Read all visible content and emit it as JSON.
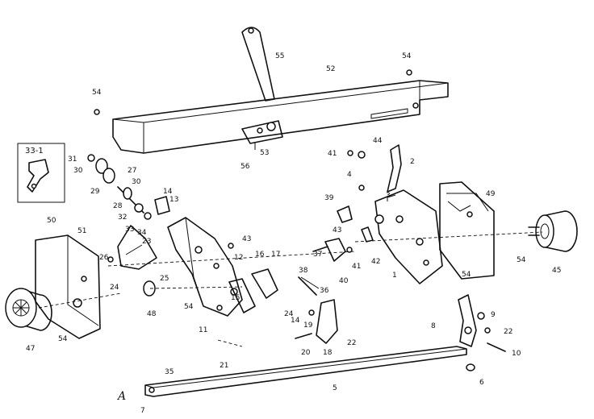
{
  "inset_label": "33-1",
  "signature": "A",
  "parts": [
    {
      "label": "55"
    },
    {
      "label": "52"
    },
    {
      "label": "54"
    },
    {
      "label": "54"
    },
    {
      "label": "53"
    },
    {
      "label": "56"
    },
    {
      "label": "41"
    },
    {
      "label": "44"
    },
    {
      "label": "2"
    },
    {
      "label": "4"
    },
    {
      "label": "3"
    },
    {
      "label": "49"
    },
    {
      "label": "39"
    },
    {
      "label": "37"
    },
    {
      "label": "43"
    },
    {
      "label": "41"
    },
    {
      "label": "42"
    },
    {
      "label": "38"
    },
    {
      "label": "40"
    },
    {
      "label": "36"
    },
    {
      "label": "1"
    },
    {
      "label": "54"
    },
    {
      "label": "54"
    },
    {
      "label": "45"
    },
    {
      "label": "31"
    },
    {
      "label": "30"
    },
    {
      "label": "27"
    },
    {
      "label": "30"
    },
    {
      "label": "29"
    },
    {
      "label": "28"
    },
    {
      "label": "14"
    },
    {
      "label": "13"
    },
    {
      "label": "32"
    },
    {
      "label": "33"
    },
    {
      "label": "34"
    },
    {
      "label": "23"
    },
    {
      "label": "50"
    },
    {
      "label": "51"
    },
    {
      "label": "26"
    },
    {
      "label": "25"
    },
    {
      "label": "24"
    },
    {
      "label": "48"
    },
    {
      "label": "54"
    },
    {
      "label": "47"
    },
    {
      "label": "54"
    },
    {
      "label": "43"
    },
    {
      "label": "12"
    },
    {
      "label": "16"
    },
    {
      "label": "17"
    },
    {
      "label": "15"
    },
    {
      "label": "11"
    },
    {
      "label": "24"
    },
    {
      "label": "14"
    },
    {
      "label": "19"
    },
    {
      "label": "22"
    },
    {
      "label": "20"
    },
    {
      "label": "18"
    },
    {
      "label": "21"
    },
    {
      "label": "35"
    },
    {
      "label": "5"
    },
    {
      "label": "7"
    },
    {
      "label": "8"
    },
    {
      "label": "9"
    },
    {
      "label": "22"
    },
    {
      "label": "10"
    },
    {
      "label": "6"
    }
  ]
}
